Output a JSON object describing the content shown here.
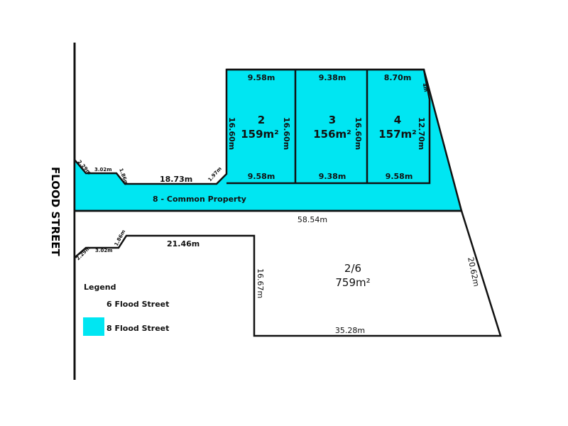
{
  "colors": {
    "cyan": "#00e6f2",
    "line": "#111111"
  },
  "street": "FLOOD STREET",
  "lots": [
    {
      "number": "2",
      "area": "159m²",
      "top": "9.58m",
      "bottom": "9.58m",
      "left": "16.60m",
      "right": "16.60m"
    },
    {
      "number": "3",
      "area": "156m²",
      "top": "9.38m",
      "bottom": "9.38m",
      "right": "16.60m"
    },
    {
      "number": "4",
      "area": "157m²",
      "top": "8.70m",
      "bottom": "9.58m",
      "right": "12.70m",
      "corner": "4m"
    }
  ],
  "common": {
    "label": "8 - Common Property",
    "d1": "2.29m",
    "d2": "3.02m",
    "d3": "1.86m",
    "d4": "18.73m",
    "d5": "1.97m",
    "bottom": "58.54m"
  },
  "lot26": {
    "number": "2/6",
    "area": "759m²",
    "d1": "2.29m",
    "d2": "3.02m",
    "d3": "1.86m",
    "top": "21.46m",
    "inner": "16.67m",
    "bottom": "35.28m",
    "right": "20.62m"
  },
  "legend": {
    "title": "Legend",
    "items": [
      {
        "label": "6 Flood Street",
        "color": "#ffffff"
      },
      {
        "label": "8 Flood Street",
        "color": "#00e6f2"
      }
    ]
  }
}
